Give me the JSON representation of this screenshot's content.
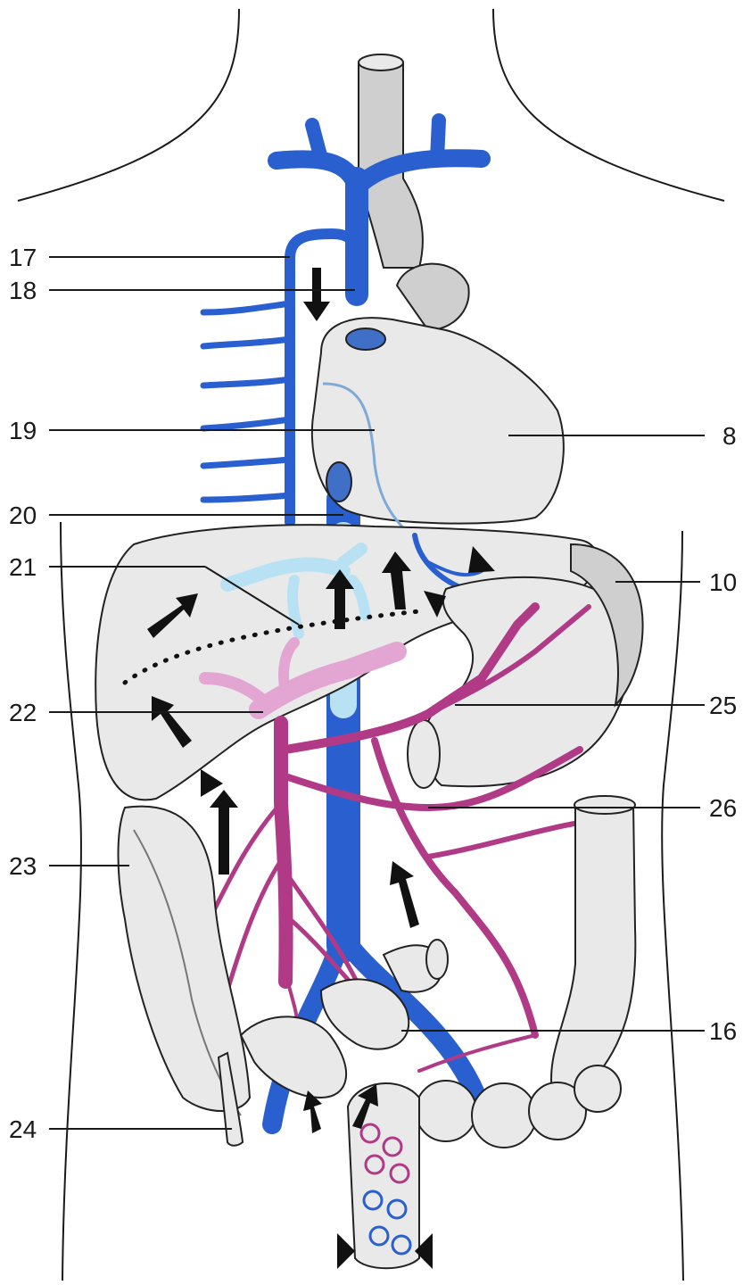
{
  "labels": {
    "l17": "17",
    "l18": "18",
    "l19": "19",
    "l20": "20",
    "l21": "21",
    "l22": "22",
    "l23": "23",
    "l24": "24",
    "l8": "8",
    "l10": "10",
    "l25": "25",
    "l26": "26",
    "l16": "16"
  },
  "colors": {
    "systemic_vein": "#2a5fd0",
    "hepatic_vein_light": "#b8e2f4",
    "portal_vein": "#b03a86",
    "portal_vein_light": "#e3a6d3",
    "organ_fill": "#e9e9e9",
    "outline": "#1a1a1a"
  }
}
